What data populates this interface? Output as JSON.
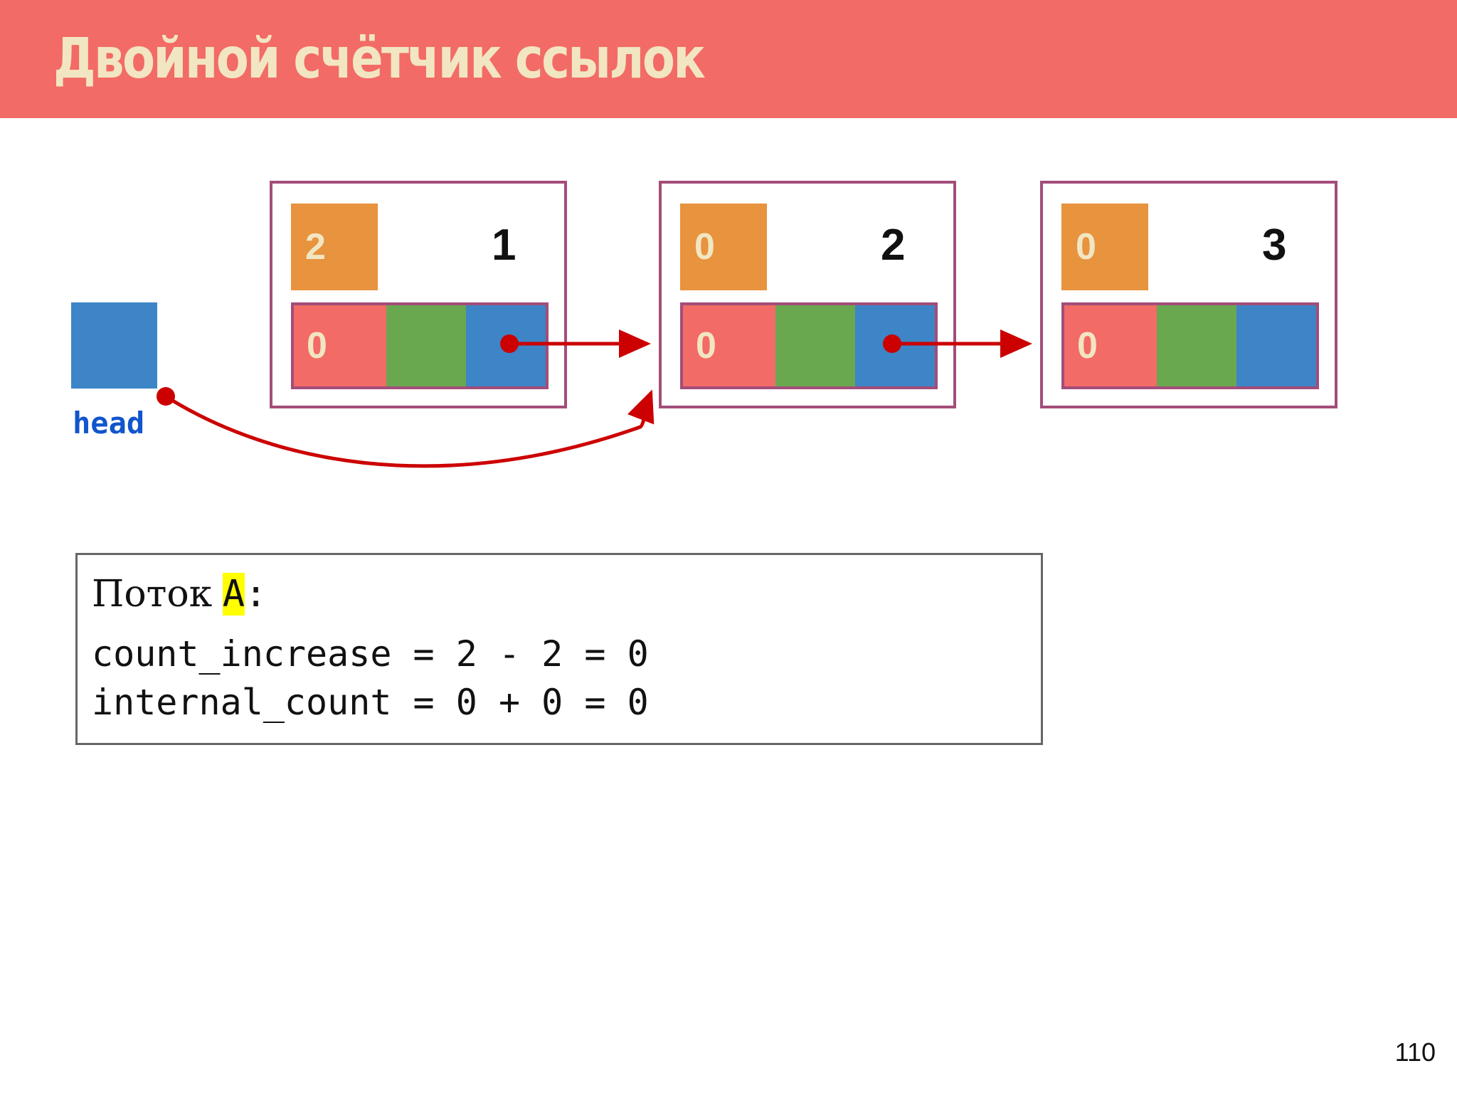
{
  "title": "Двойной счётчик ссылок",
  "head": {
    "label": "head"
  },
  "nodes": [
    {
      "external_count": "2",
      "value": "1",
      "internal_count": "0"
    },
    {
      "external_count": "0",
      "value": "2",
      "internal_count": "0"
    },
    {
      "external_count": "0",
      "value": "3",
      "internal_count": "0"
    }
  ],
  "thread_box": {
    "label": "Поток",
    "thread_name": "A",
    "colon": ":",
    "lines": [
      "count_increase = 2 - 2 = 0",
      "internal_count = 0 + 0 = 0"
    ]
  },
  "page_number": "110",
  "colors": {
    "title_bar": "#f26b66",
    "title_text": "#f2e6c2",
    "node_border": "#a34d7a",
    "external_count": "#e8933e",
    "internal_count": "#f26b66",
    "middle_cell": "#6aa84f",
    "pointer_cell": "#3d85c6",
    "arrow": "#cc0000",
    "highlight": "#ffff00"
  }
}
